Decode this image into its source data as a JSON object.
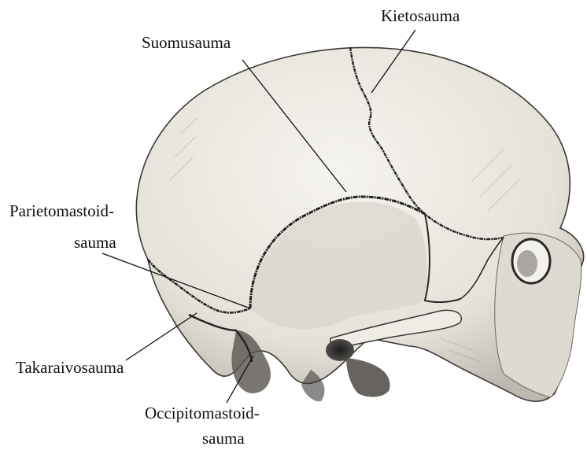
{
  "labels": {
    "kietosauma": "Kietosauma",
    "suomusauma": "Suomusauma",
    "parietomastoid_line1": "Parietomastoid-",
    "parietomastoid_line2": "sauma",
    "takaraivosauma": "Takaraivosauma",
    "occipitomastoid_line1": "Occipitomastoid-",
    "occipitomastoid_line2": "sauma"
  },
  "colors": {
    "bone": "#ece9e2",
    "shading": "#8e8a84",
    "suture": "#222222",
    "leader_line": "#111111"
  }
}
